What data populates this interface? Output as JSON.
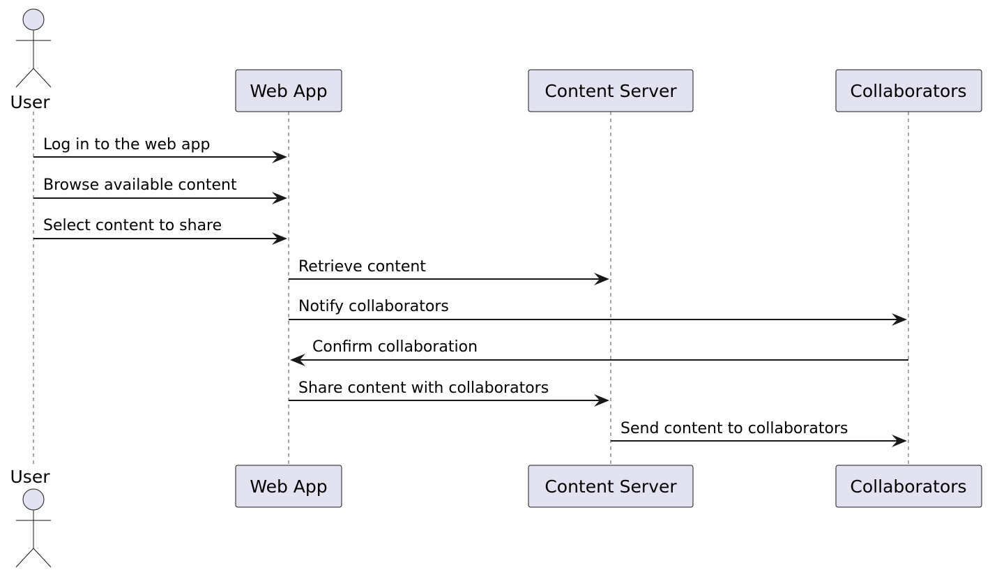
{
  "participants": [
    {
      "id": "user",
      "label": "User",
      "kind": "actor"
    },
    {
      "id": "webapp",
      "label": "Web App",
      "kind": "participant"
    },
    {
      "id": "server",
      "label": "Content Server",
      "kind": "participant"
    },
    {
      "id": "collab",
      "label": "Collaborators",
      "kind": "participant"
    }
  ],
  "messages": [
    {
      "from": "user",
      "to": "webapp",
      "label": "Log in to the web app"
    },
    {
      "from": "user",
      "to": "webapp",
      "label": "Browse available content"
    },
    {
      "from": "user",
      "to": "webapp",
      "label": "Select content to share"
    },
    {
      "from": "webapp",
      "to": "server",
      "label": "Retrieve content"
    },
    {
      "from": "webapp",
      "to": "collab",
      "label": "Notify collaborators"
    },
    {
      "from": "collab",
      "to": "webapp",
      "label": "Confirm collaboration"
    },
    {
      "from": "webapp",
      "to": "server",
      "label": "Share content with collaborators"
    },
    {
      "from": "server",
      "to": "collab",
      "label": "Send content to collaborators"
    }
  ],
  "colors": {
    "participant_fill": "#E2E2F0",
    "line": "#181818"
  }
}
